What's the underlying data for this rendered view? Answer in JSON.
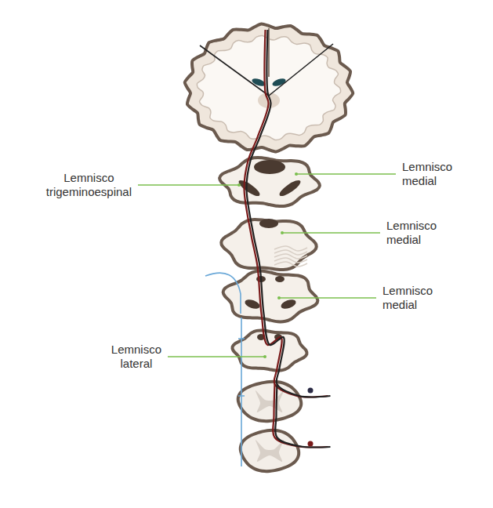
{
  "diagram": {
    "labels": [
      "Lemnisco trigeminoespinal",
      "Lemnisco medial",
      "Lemnisco medial",
      "Lemnisco medial",
      "Lemnisco lateral"
    ]
  }
}
